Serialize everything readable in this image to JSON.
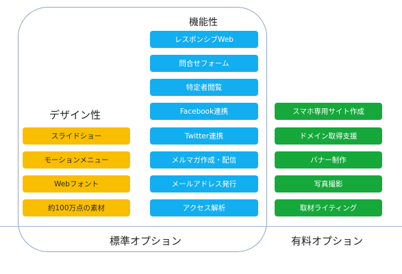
{
  "headings": {
    "function": "機能性",
    "design": "デザイン性"
  },
  "function_items": [
    "レスポンシブWeb",
    "問合せフォーム",
    "特定者閲覧",
    "Facebook連携",
    "Twitter連携",
    "メルマガ作成・配信",
    "メールアドレス発行",
    "アクセス解析"
  ],
  "design_items": [
    "スライドショー",
    "モーションメニュー",
    "Webフォント",
    "約100万点の素材"
  ],
  "paid_items": [
    "スマホ専用サイト作成",
    "ドメイン取得支援",
    "バナー制作",
    "写真撮影",
    "取材ライティング"
  ],
  "footer": {
    "standard": "標準オプション",
    "paid": "有料オプション"
  },
  "colors": {
    "function": "#13aef0",
    "design": "#f9be00",
    "paid": "#16a83b",
    "frame": "#8fa3c4"
  }
}
